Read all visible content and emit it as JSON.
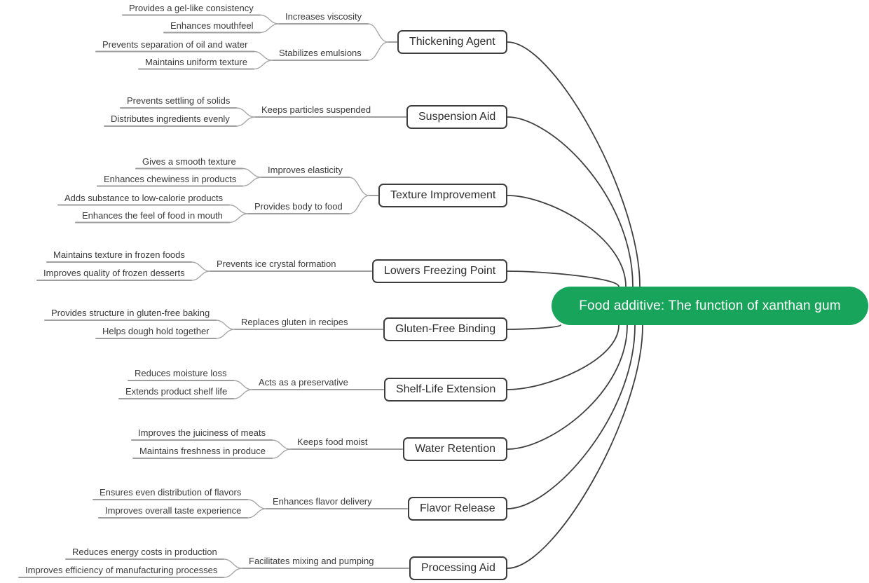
{
  "diagram": {
    "type": "mindmap",
    "root": {
      "label": "Food additive: The function of xanthan gum"
    },
    "colors": {
      "root_fill": "#18a45a",
      "root_text": "#ffffff",
      "branch_line": "#3f3f3f",
      "sub_line": "#a8a8a8",
      "underline": "#9e9e9e",
      "box_border": "#3d3d3d",
      "box_text": "#2e2e2e",
      "label_text": "#3a3a3a"
    },
    "topics": [
      {
        "label": "Thickening Agent",
        "children": [
          {
            "label": "Increases viscosity",
            "children": [
              {
                "label": "Provides a gel-like consistency"
              },
              {
                "label": "Enhances mouthfeel"
              }
            ]
          },
          {
            "label": "Stabilizes emulsions",
            "children": [
              {
                "label": "Prevents separation of oil and water"
              },
              {
                "label": "Maintains uniform texture"
              }
            ]
          }
        ]
      },
      {
        "label": "Suspension Aid",
        "children": [
          {
            "label": "Keeps particles suspended",
            "children": [
              {
                "label": "Prevents settling of solids"
              },
              {
                "label": "Distributes ingredients evenly"
              }
            ]
          }
        ]
      },
      {
        "label": "Texture Improvement",
        "children": [
          {
            "label": "Improves elasticity",
            "children": [
              {
                "label": "Gives a smooth texture"
              },
              {
                "label": "Enhances chewiness in products"
              }
            ]
          },
          {
            "label": "Provides body to food",
            "children": [
              {
                "label": "Adds substance to low-calorie products"
              },
              {
                "label": "Enhances the feel of food in mouth"
              }
            ]
          }
        ]
      },
      {
        "label": "Lowers Freezing Point",
        "children": [
          {
            "label": "Prevents ice crystal formation",
            "children": [
              {
                "label": "Maintains texture in frozen foods"
              },
              {
                "label": "Improves quality of frozen desserts"
              }
            ]
          }
        ]
      },
      {
        "label": "Gluten-Free Binding",
        "children": [
          {
            "label": "Replaces gluten in recipes",
            "children": [
              {
                "label": "Provides structure in gluten-free baking"
              },
              {
                "label": "Helps dough hold together"
              }
            ]
          }
        ]
      },
      {
        "label": "Shelf-Life Extension",
        "children": [
          {
            "label": "Acts as a preservative",
            "children": [
              {
                "label": "Reduces moisture loss"
              },
              {
                "label": "Extends product shelf life"
              }
            ]
          }
        ]
      },
      {
        "label": "Water Retention",
        "children": [
          {
            "label": "Keeps food moist",
            "children": [
              {
                "label": "Improves the juiciness of meats"
              },
              {
                "label": "Maintains freshness in produce"
              }
            ]
          }
        ]
      },
      {
        "label": "Flavor Release",
        "children": [
          {
            "label": "Enhances flavor delivery",
            "children": [
              {
                "label": "Ensures even distribution of flavors"
              },
              {
                "label": "Improves overall taste experience"
              }
            ]
          }
        ]
      },
      {
        "label": "Processing Aid",
        "children": [
          {
            "label": "Facilitates mixing and pumping",
            "children": [
              {
                "label": "Reduces energy costs in production"
              },
              {
                "label": "Improves efficiency of manufacturing processes"
              }
            ]
          }
        ]
      }
    ]
  }
}
